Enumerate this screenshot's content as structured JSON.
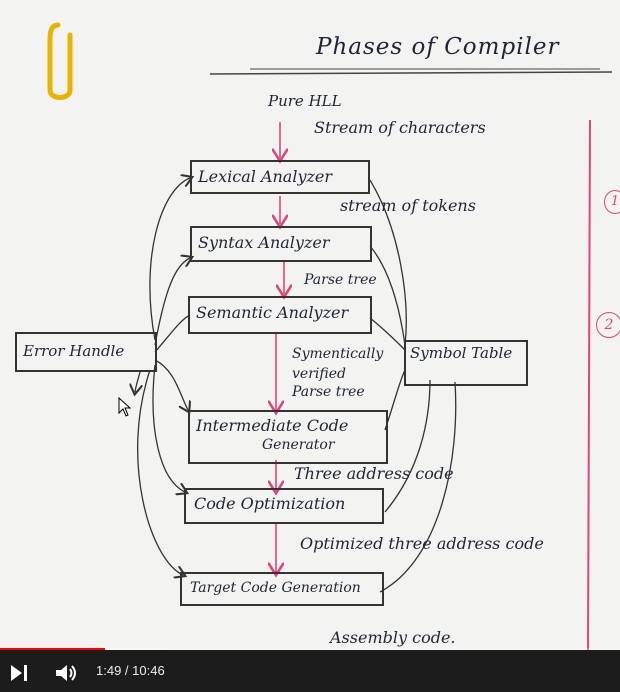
{
  "notes": {
    "title": "Phases of Compiler",
    "input_label": "Pure HLL",
    "stream_characters": "Stream of characters",
    "stream_tokens": "stream of tokens",
    "parse_tree": "Parse tree",
    "semantic_note_1": "Symentically",
    "semantic_note_2": "verified",
    "semantic_note_3": "Parse tree",
    "three_address": "Three address code",
    "optimized": "Optimized three address code",
    "assembly": "Assembly code.",
    "phases": [
      "Lexical Analyzer",
      "Syntax Analyzer",
      "Semantic Analyzer",
      "Intermediate Code",
      "Generator",
      "Code Optimization",
      "Target Code Generation"
    ],
    "error_handler": "Error Handle",
    "symbol_table": "Symbol Table",
    "margin_marks": [
      "1",
      "2"
    ]
  },
  "player": {
    "time_current": "1:49",
    "time_separator": " / ",
    "time_total": "10:46",
    "time_display": "1:49 / 10:46",
    "progress_fraction": 0.169,
    "buffer_fraction": 0.26
  },
  "colors": {
    "ink": "#1f2436",
    "pink": "#e0457a",
    "progress": "#ff0000",
    "clip": "#e8b400"
  }
}
